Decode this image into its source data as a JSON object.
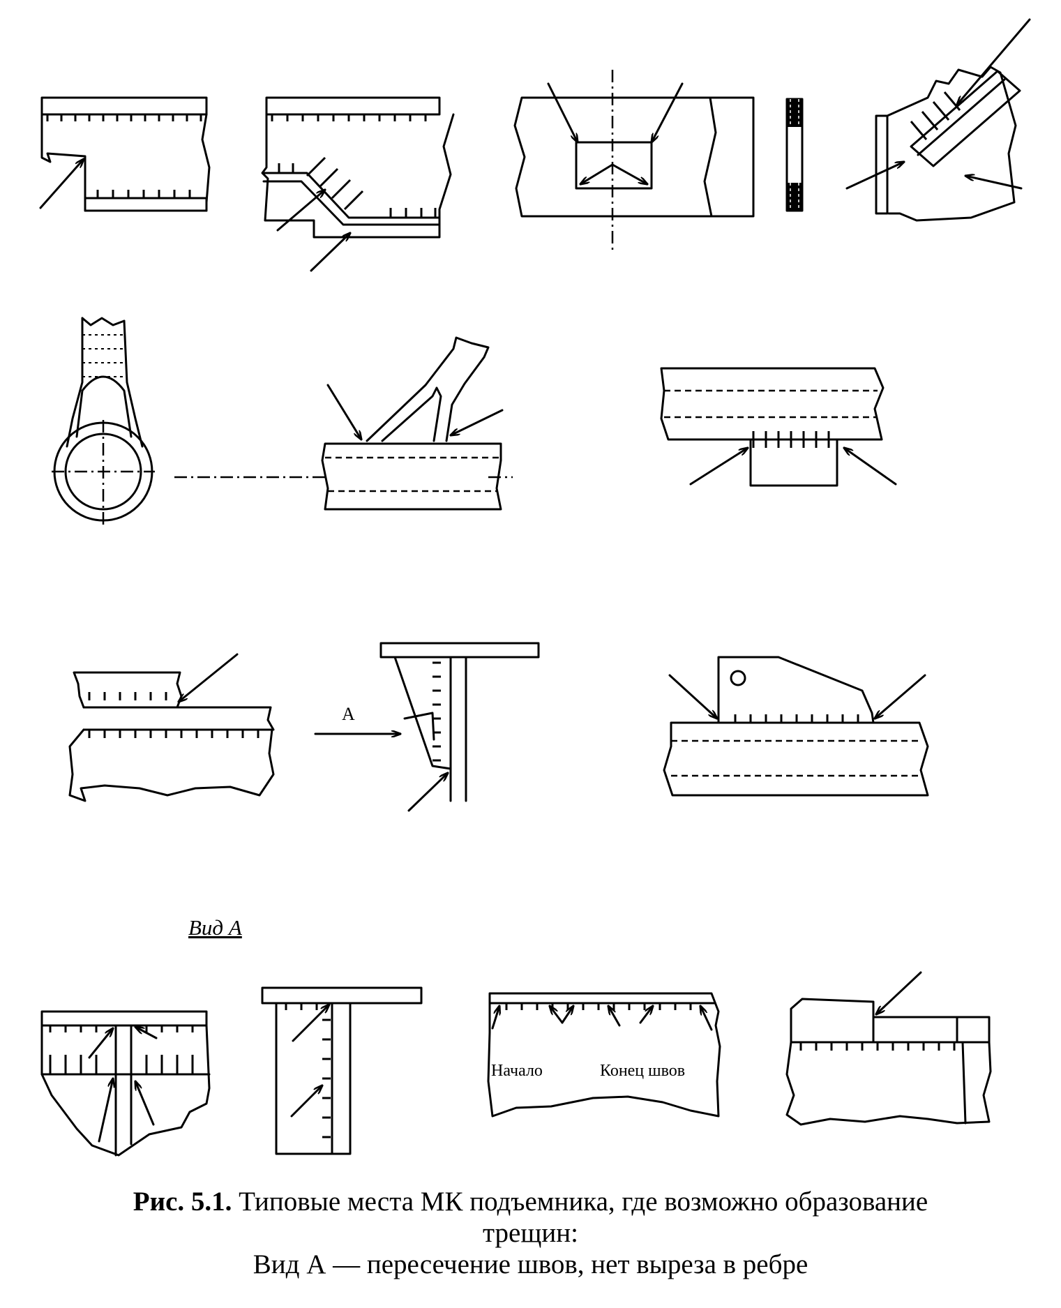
{
  "figure": {
    "view_label": "Вид  А",
    "arrow_label": "А",
    "start_label": "Начало",
    "end_label": "Конец швов"
  },
  "caption": {
    "number": "Рис. 5.1.",
    "line1": "Типовые места МК подъемника, где возможно образование",
    "line2": "трещин:",
    "line3": "Вид А — пересечение швов, нет выреза в ребре"
  }
}
